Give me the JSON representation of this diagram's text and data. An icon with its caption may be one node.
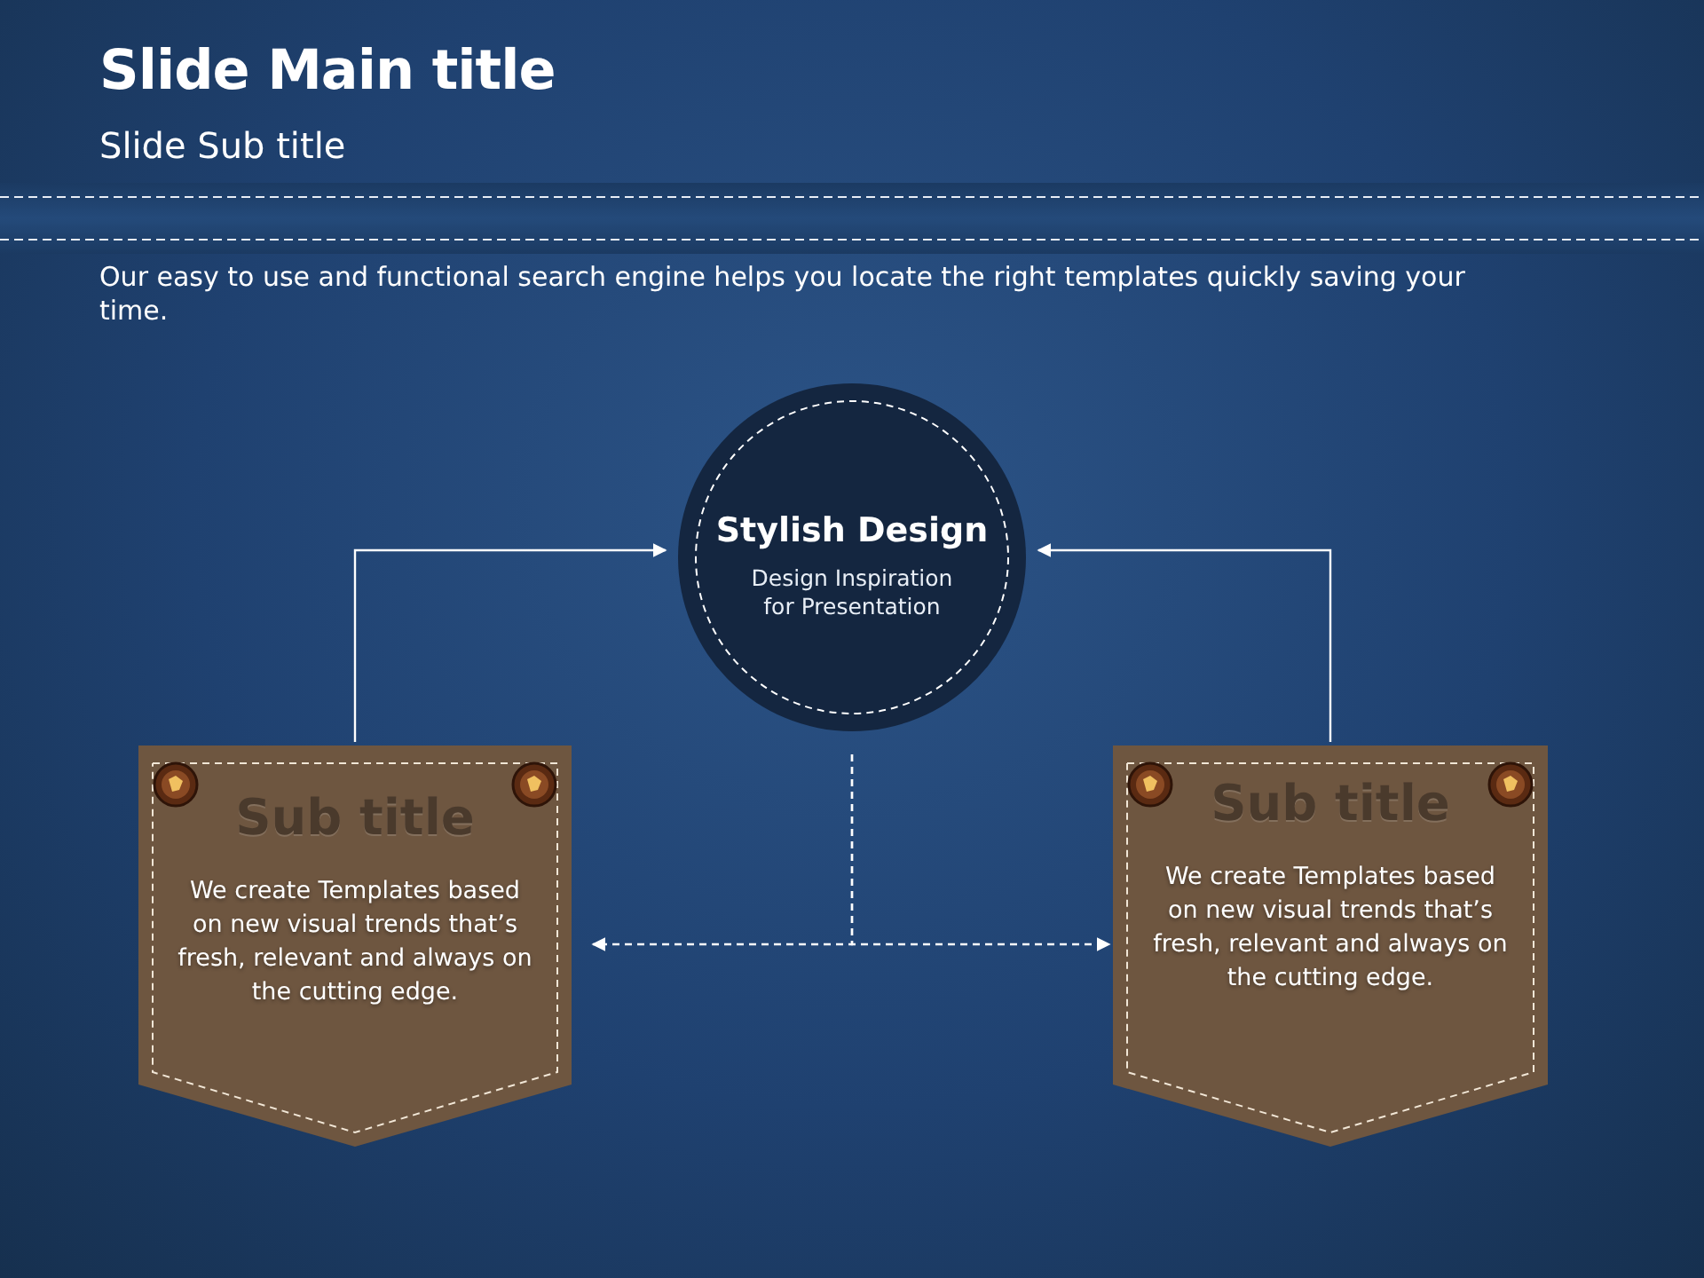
{
  "diagram": {
    "title": "Slide Main title",
    "nodes": [
      {
        "text": [
          "Stylish Design",
          "Design Inspiration for Presentation"
        ]
      },
      {
        "text": [
          "Sub title",
          "We create Templates based on new visual trends that’s fresh, relevant and always on the cutting edge."
        ]
      },
      {
        "text": [
          "Sub title",
          "We create Templates based on new visual trends that’s fresh, relevant and always on the cutting edge."
        ]
      }
    ],
    "edges": [
      {
        "from": 1,
        "to": 0,
        "arrow": "to"
      },
      {
        "from": 2,
        "to": 0,
        "arrow": "to"
      },
      {
        "from": 0,
        "to": 1,
        "arrow": "to",
        "style": "dashed"
      },
      {
        "from": 0,
        "to": 2,
        "arrow": "to",
        "style": "dashed"
      }
    ],
    "labels": [
      "Slide Sub title",
      "Our easy to use and functional search engine helps you locate the right templates quickly saving your time."
    ]
  }
}
